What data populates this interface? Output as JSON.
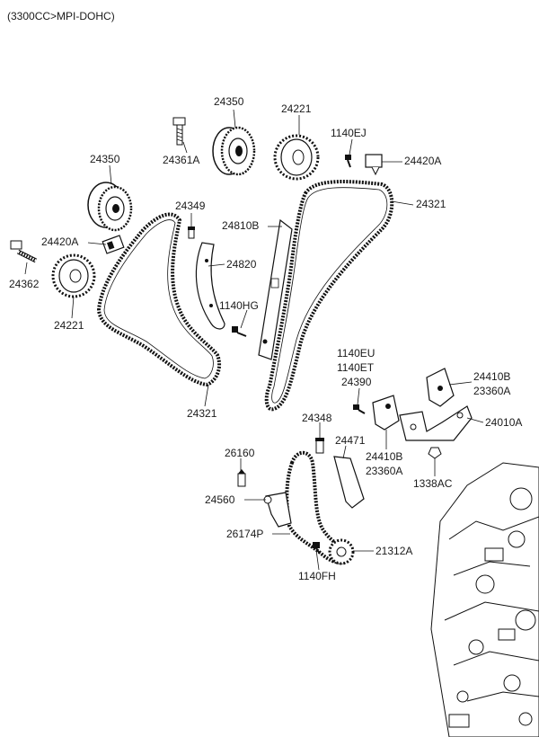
{
  "header": {
    "title": "(3300CC>MPI-DOHC)"
  },
  "labels": {
    "p24350_top": "24350",
    "p24221_top": "24221",
    "p1140EJ": "1140EJ",
    "p24420A_right": "24420A",
    "p24361A": "24361A",
    "p24350_left": "24350",
    "p24321_right": "24321",
    "p24349": "24349",
    "p24810B": "24810B",
    "p24420A_left": "24420A",
    "p24820": "24820",
    "p24362": "24362",
    "p1140HG": "1140HG",
    "p24221_left": "24221",
    "p1140EU": "1140EU",
    "p1140ET": "1140ET",
    "p24390": "24390",
    "p24410B_right": "24410B",
    "p23360A_right": "23360A",
    "p24321_bottom": "24321",
    "p24348": "24348",
    "p24010A": "24010A",
    "p24471": "24471",
    "p24410B_mid": "24410B",
    "p23360A_mid": "23360A",
    "p26160": "26160",
    "p1338AC": "1338AC",
    "p24560": "24560",
    "p26174P": "26174P",
    "p21312A": "21312A",
    "p1140FH": "1140FH"
  }
}
